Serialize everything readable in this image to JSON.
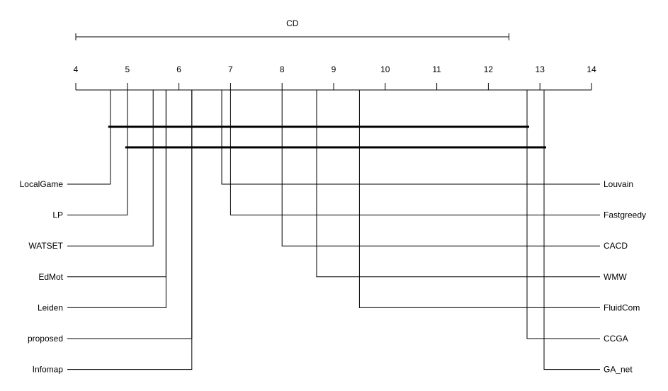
{
  "chart_data": {
    "type": "critical-difference",
    "title": "",
    "cd_label": "CD",
    "cd_value": 8.4,
    "axis": {
      "min": 4,
      "max": 14,
      "ticks": [
        "4",
        "5",
        "6",
        "7",
        "8",
        "9",
        "10",
        "11",
        "12",
        "13",
        "14"
      ]
    },
    "left_methods": [
      {
        "name": "LocalGame",
        "rank": 4.67
      },
      {
        "name": "LP",
        "rank": 5.0
      },
      {
        "name": "WATSET",
        "rank": 5.5
      },
      {
        "name": "EdMot",
        "rank": 5.75
      },
      {
        "name": "Leiden",
        "rank": 5.75
      },
      {
        "name": "proposed",
        "rank": 6.25
      },
      {
        "name": "Infomap",
        "rank": 6.25
      }
    ],
    "right_methods": [
      {
        "name": "Louvain",
        "rank": 6.83
      },
      {
        "name": "Fastgreedy",
        "rank": 7.0
      },
      {
        "name": "CACD",
        "rank": 8.0
      },
      {
        "name": "WMW",
        "rank": 8.67
      },
      {
        "name": "FluidCom",
        "rank": 9.5
      },
      {
        "name": "CCGA",
        "rank": 12.75
      },
      {
        "name": "GA_net",
        "rank": 13.08
      }
    ],
    "cliques": [
      {
        "from": 4.67,
        "to": 12.75
      },
      {
        "from": 5.0,
        "to": 13.08
      }
    ]
  }
}
